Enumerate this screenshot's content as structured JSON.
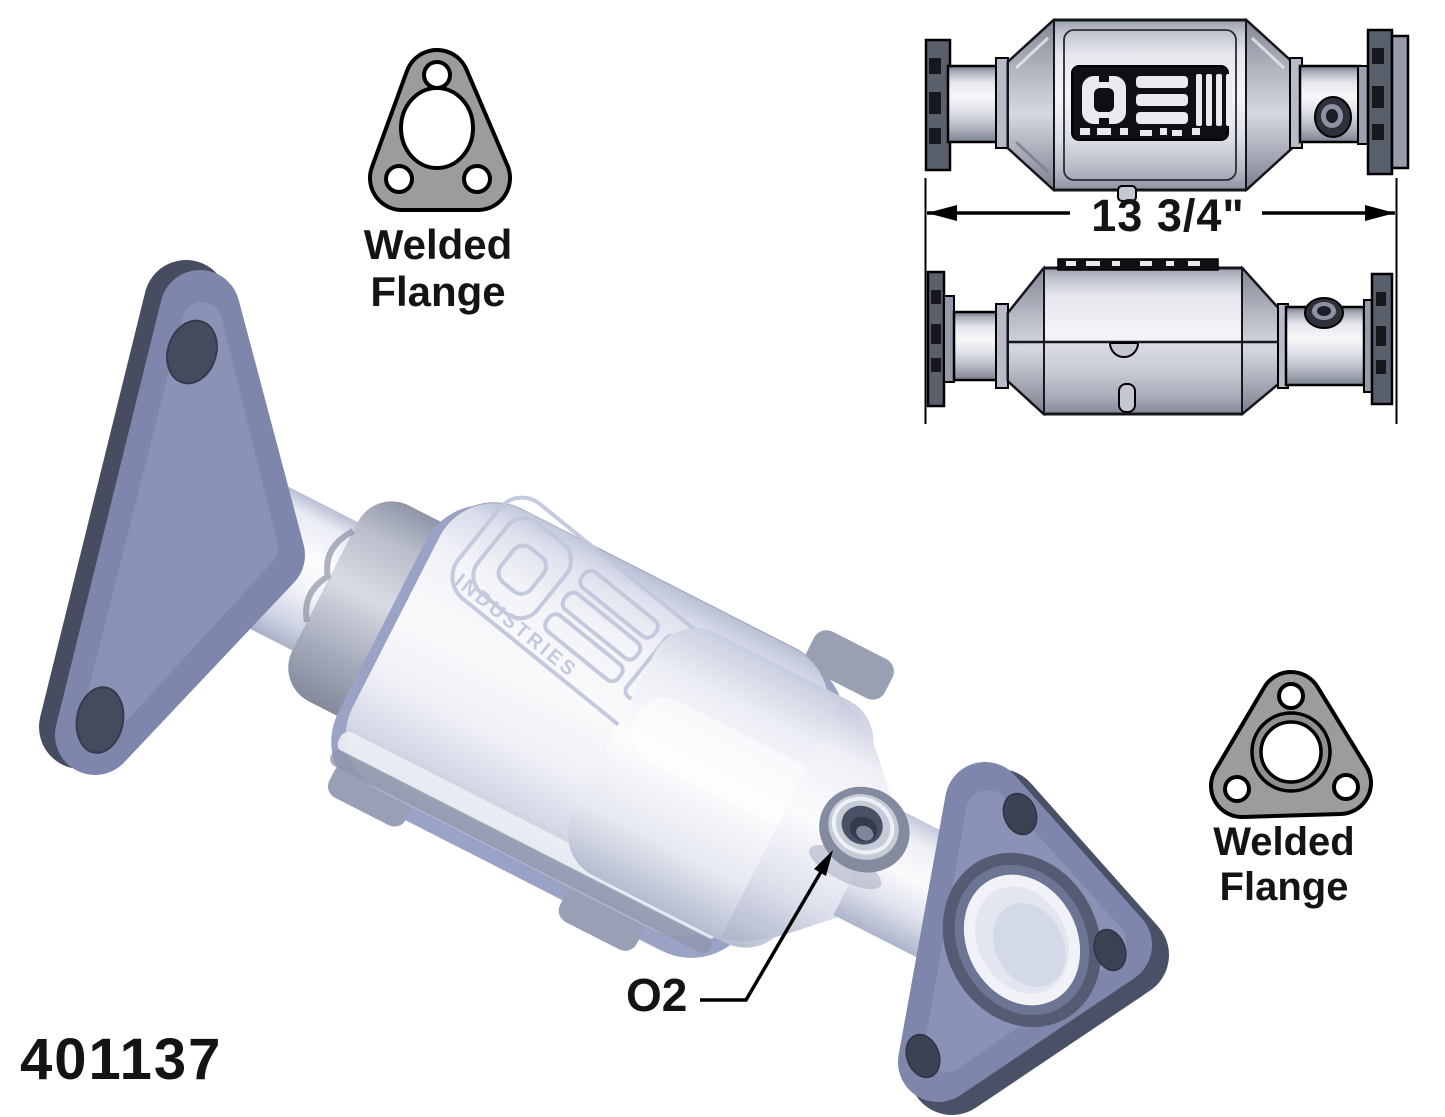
{
  "part_number": "401137",
  "dimension_label": "13 3/4\"",
  "o2_label": "O2",
  "flange_labels": {
    "top": {
      "line1": "Welded",
      "line2": "Flange"
    },
    "bottom": {
      "line1": "Welded",
      "line2": "Flange"
    }
  },
  "logo_embossed_text": "INDUSTRIES",
  "colors": {
    "background": "#ffffff",
    "gasket_gray": "#9c9c9c",
    "flange_slate": "#7e87ab",
    "body_highlight": "#f7f8fb",
    "line_black": "#000000"
  }
}
